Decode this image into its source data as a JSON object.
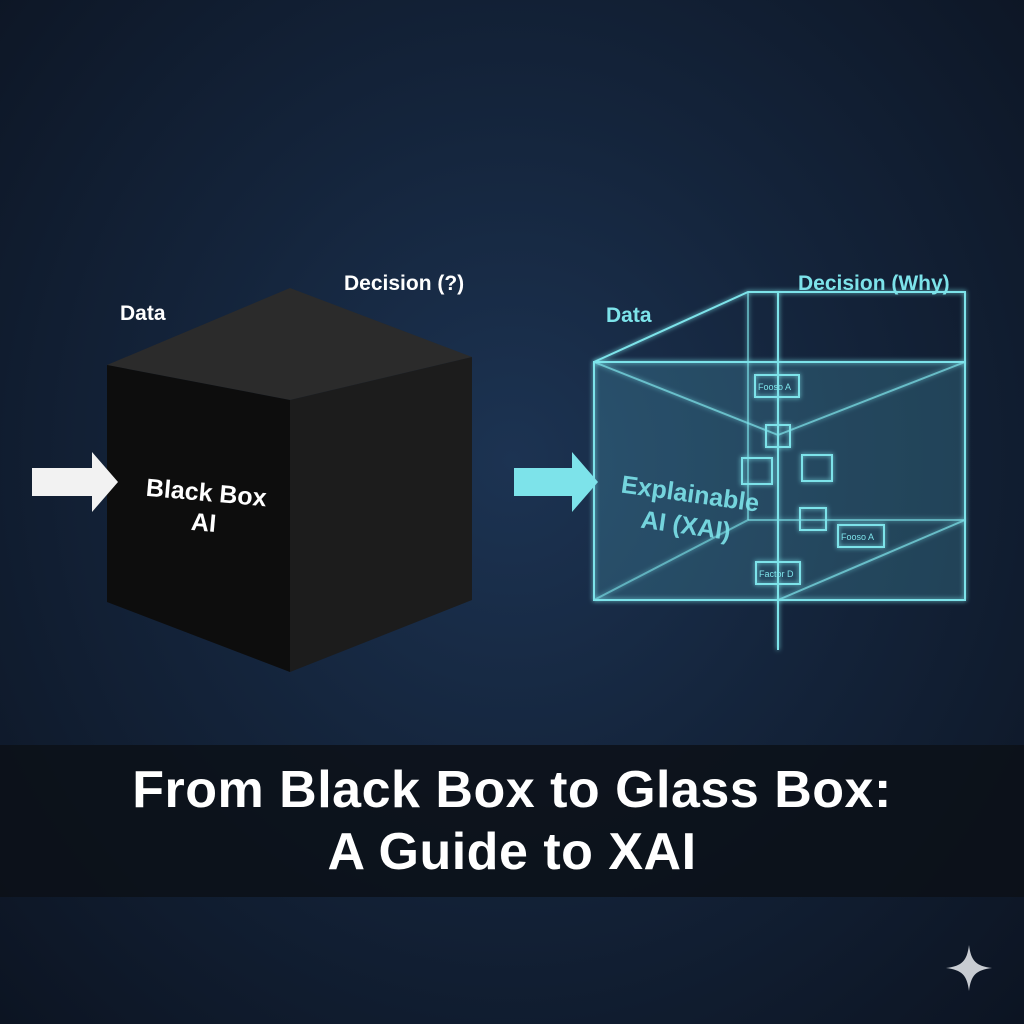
{
  "left": {
    "data_label": "Data",
    "decision_label": "Decision (?)",
    "box_label_1": "Black Box",
    "box_label_2": "AI"
  },
  "right": {
    "data_label": "Data",
    "decision_label": "Decision (Why)",
    "box_label_1": "Explainable",
    "box_label_2": "AI (XAI)",
    "nodes": [
      "Fooso A",
      "Fooso A",
      "Factor D"
    ]
  },
  "title": {
    "line1": "From Black Box to Glass Box:",
    "line2": "A Guide to XAI"
  },
  "colors": {
    "accent": "#7de3ea",
    "black_box": "#1a1a1a",
    "background": "#14243b"
  },
  "icons": {
    "corner": "sparkle-icon"
  }
}
